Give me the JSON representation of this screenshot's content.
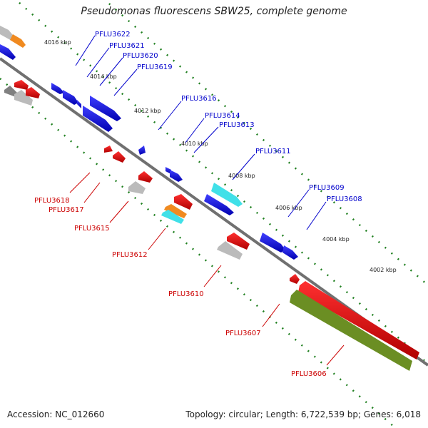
{
  "title": "Pseudomonas fluorescens SBW25, complete genome",
  "footer": {
    "accession": "Accession: NC_012660",
    "topology": "Topology: circular; Length: 6,722,539 bp; Genes: 6,018"
  },
  "colors": {
    "forward_strand": "#0000e0",
    "reverse_strand": "#e00000",
    "gray_feature": "#bbbbbb",
    "cyan_feature": "#40e0e8",
    "orange_feature": "#f08a20",
    "olive_feature": "#6b8e23",
    "backbone": "#808080",
    "tick": "#208020"
  },
  "kbp_ticks": [
    "4016 kbp",
    "4014 kbp",
    "4012 kbp",
    "4010 kbp",
    "4008 kbp",
    "4006 kbp",
    "4004 kbp",
    "4002 kbp"
  ],
  "forward_labels": [
    "PFLU3622",
    "PFLU3621",
    "PFLU3620",
    "PFLU3619",
    "PFLU3616",
    "PFLU3614",
    "PFLU3613",
    "PFLU3611",
    "PFLU3609",
    "PFLU3608"
  ],
  "reverse_labels": [
    "PFLU3618",
    "PFLU3617",
    "PFLU3615",
    "PFLU3612",
    "PFLU3610",
    "PFLU3607",
    "PFLU3606"
  ]
}
